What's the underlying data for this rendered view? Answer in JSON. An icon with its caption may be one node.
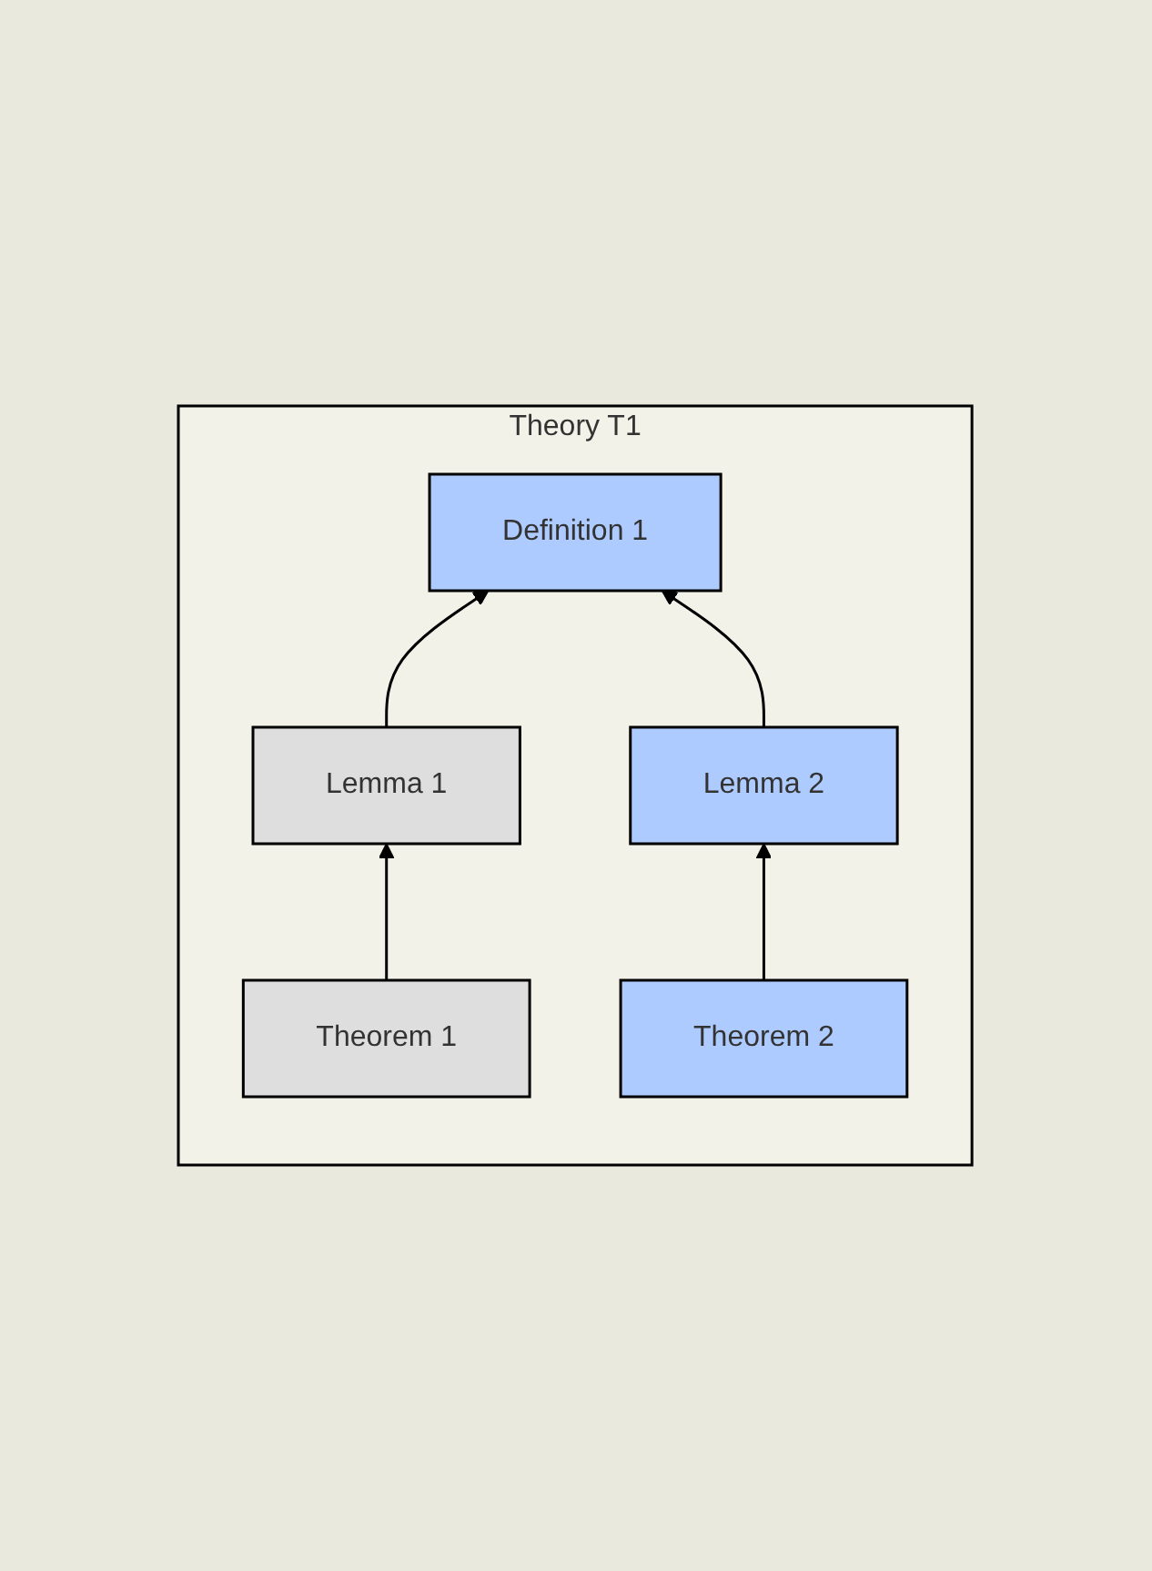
{
  "diagram": {
    "nodes": [
      {
        "text": [
          "Theory T1"
        ]
      },
      {
        "text": [
          "Definition 1"
        ],
        "in": 0
      },
      {
        "text": [
          "Lemma 1"
        ],
        "in": 0
      },
      {
        "text": [
          "Lemma 2"
        ],
        "in": 0
      },
      {
        "text": [
          "Theorem 1"
        ],
        "in": 0
      },
      {
        "text": [
          "Theorem 2"
        ],
        "in": 0
      }
    ],
    "edges": [
      {
        "from": 2,
        "to": 1,
        "arrow": "to"
      },
      {
        "from": 3,
        "to": 1,
        "arrow": "to"
      },
      {
        "from": 4,
        "to": 2,
        "arrow": "to"
      },
      {
        "from": 5,
        "to": 3,
        "arrow": "to"
      }
    ]
  }
}
